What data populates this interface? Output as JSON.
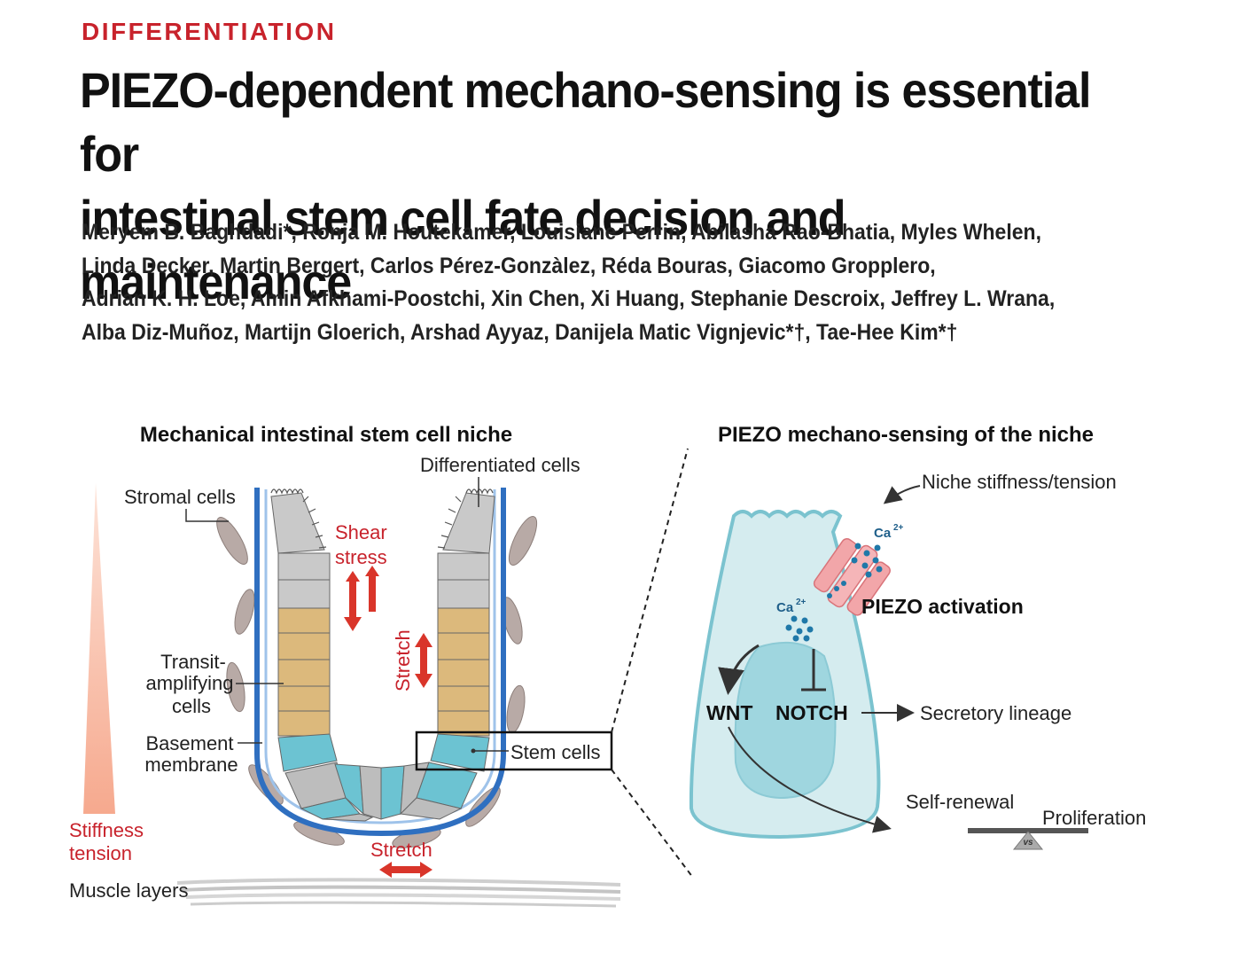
{
  "header": {
    "section": "DIFFERENTIATION",
    "title_line1": "PIEZO-dependent mechano-sensing is essential for",
    "title_line2": "intestinal stem cell fate decision and maintenance"
  },
  "authors": {
    "line1": "Meryem B. Baghdadi*, Ronja M. Houtekamer, Louisiane Perrin, Abilasha Rao-Bhatia, Myles Whelen,",
    "line2": "Linda Decker, Martin Bergert, Carlos Pérez-Gonzàlez, Réda Bouras, Giacomo Gropplero,",
    "line3": "Adrian K. H. Loe, Amin Afkhami-Poostchi, Xin Chen, Xi Huang, Stephanie Descroix, Jeffrey L. Wrana,",
    "line4": "Alba Diz-Muñoz, Martijn Gloerich, Arshad Ayyaz, Danijela Matic Vignjevic*†, Tae-Hee Kim*†"
  },
  "left_panel": {
    "title": "Mechanical intestinal stem cell niche",
    "labels": {
      "stromal": "Stromal cells",
      "differentiated": "Differentiated cells",
      "shear1": "Shear",
      "shear2": "stress",
      "stretch_vertical": "Stretch",
      "ta1": "Transit-",
      "ta2": "amplifying",
      "ta3": "cells",
      "bm1": "Basement",
      "bm2": "membrane",
      "stem": "Stem cells",
      "stretch_bottom": "Stretch",
      "stiff1": "Stiffness",
      "stiff2": "tension",
      "muscle": "Muscle layers"
    }
  },
  "right_panel": {
    "title": "PIEZO mechano-sensing of the niche",
    "labels": {
      "niche": "Niche stiffness/tension",
      "ca_top": "Ca",
      "ca_left": "Ca",
      "ca_charge": "2+",
      "piezo": "PIEZO activation",
      "wnt": "WNT",
      "notch": "NOTCH",
      "secretory": "Secretory lineage",
      "self_renewal": "Self-renewal",
      "proliferation": "Proliferation",
      "vs": "vs"
    }
  },
  "colors": {
    "accent_red": "#c8232c",
    "membrane_blue": "#2f6fc0",
    "cell_gray": "#c9c9c9",
    "ta_tan": "#dcb97c",
    "stem_teal": "#6cc3d2",
    "cell_fill": "#d5ecef",
    "stiffness_pink": "#f6b9a3"
  }
}
